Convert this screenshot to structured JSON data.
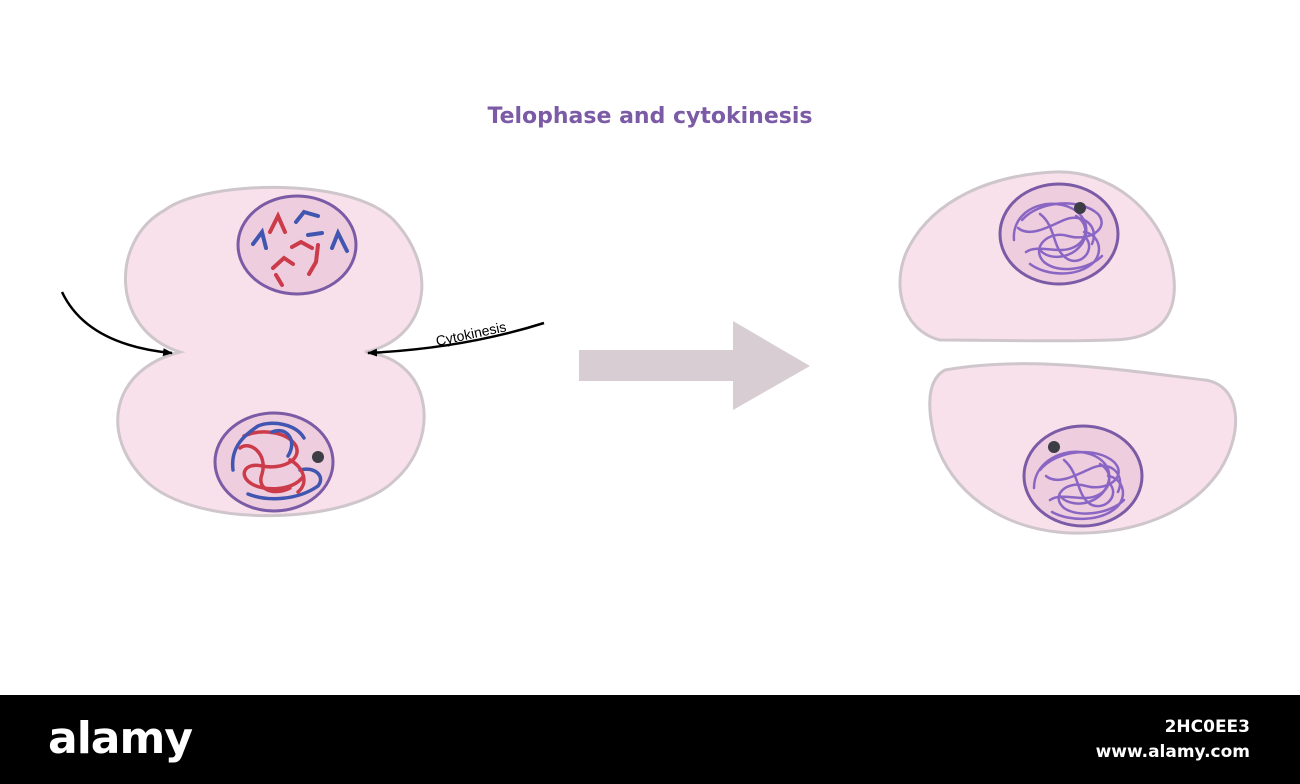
{
  "title": "Telophase and cytokinesis",
  "labels": {
    "cytokinesis": "Cytokinesis"
  },
  "footer": {
    "logo": "alamy",
    "image_id": "2HC0EE3",
    "site": "www.alamy.com"
  },
  "colors": {
    "cell_fill": "#f8e1ea",
    "cell_stroke": "#cfc6cc",
    "nucleus_fill": "#eecdde",
    "nuclear_membrane": "#7b5aa6",
    "chromosome_red": "#cc3b4a",
    "chromosome_blue": "#4156b0",
    "chromatin_purple": "#8a66c4",
    "arrow": "#d7cdd2",
    "title": "#7b5aa6"
  }
}
